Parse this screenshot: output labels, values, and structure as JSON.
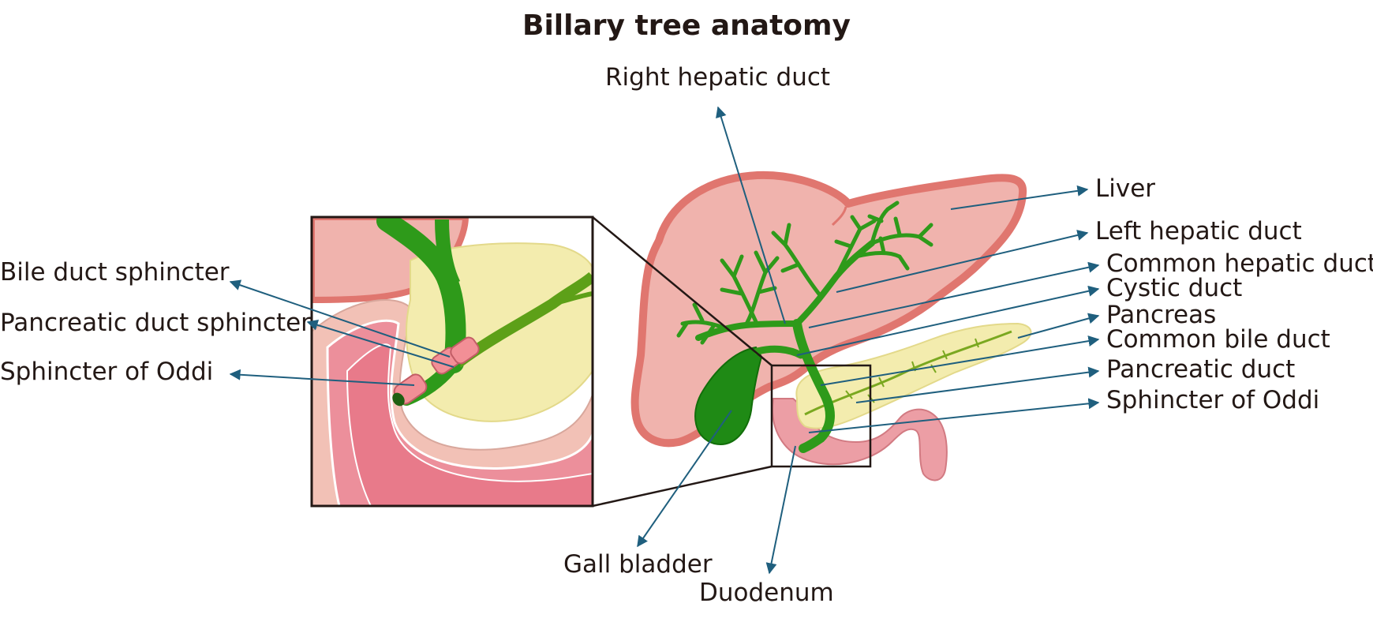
{
  "title": "Billary tree anatomy",
  "labels": {
    "right_hepatic_duct": "Right hepatic duct",
    "liver": "Liver",
    "left_hepatic_duct": "Left hepatic duct",
    "common_hepatic_duct": "Common hepatic duct",
    "cystic_duct": "Cystic duct",
    "pancreas": "Pancreas",
    "common_bile_duct": "Common bile duct",
    "pancreatic_duct": "Pancreatic duct",
    "sphincter_of_oddi_right": "Sphincter of Oddi",
    "gall_bladder": "Gall bladder",
    "duodenum": "Duodenum",
    "bile_duct_sphincter": "Bile duct sphincter",
    "pancreatic_duct_sphincter": "Pancreatic duct sphincter",
    "sphincter_of_oddi_left": "Sphincter of Oddi"
  },
  "colors": {
    "liver_fill": "#f0b3ad",
    "liver_edge": "#e0766f",
    "duct_green": "#2e9a1a",
    "pancreas_fill": "#f3ecae",
    "duodenum_fill": "#ec9ea5",
    "sphincter_pink": "#f28f96",
    "leader_line": "#1f5f7e",
    "text": "#231815"
  }
}
